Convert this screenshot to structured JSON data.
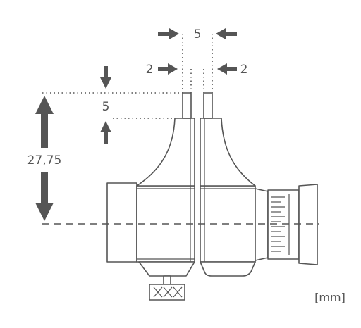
{
  "dimensions": {
    "jaw_gap": "5",
    "left_jaw_width": "2",
    "right_jaw_width": "2",
    "tip_length": "5",
    "center_height": "27,75"
  },
  "unit_label": "[mm]",
  "colors": {
    "line": "#555555",
    "background": "#ffffff"
  }
}
